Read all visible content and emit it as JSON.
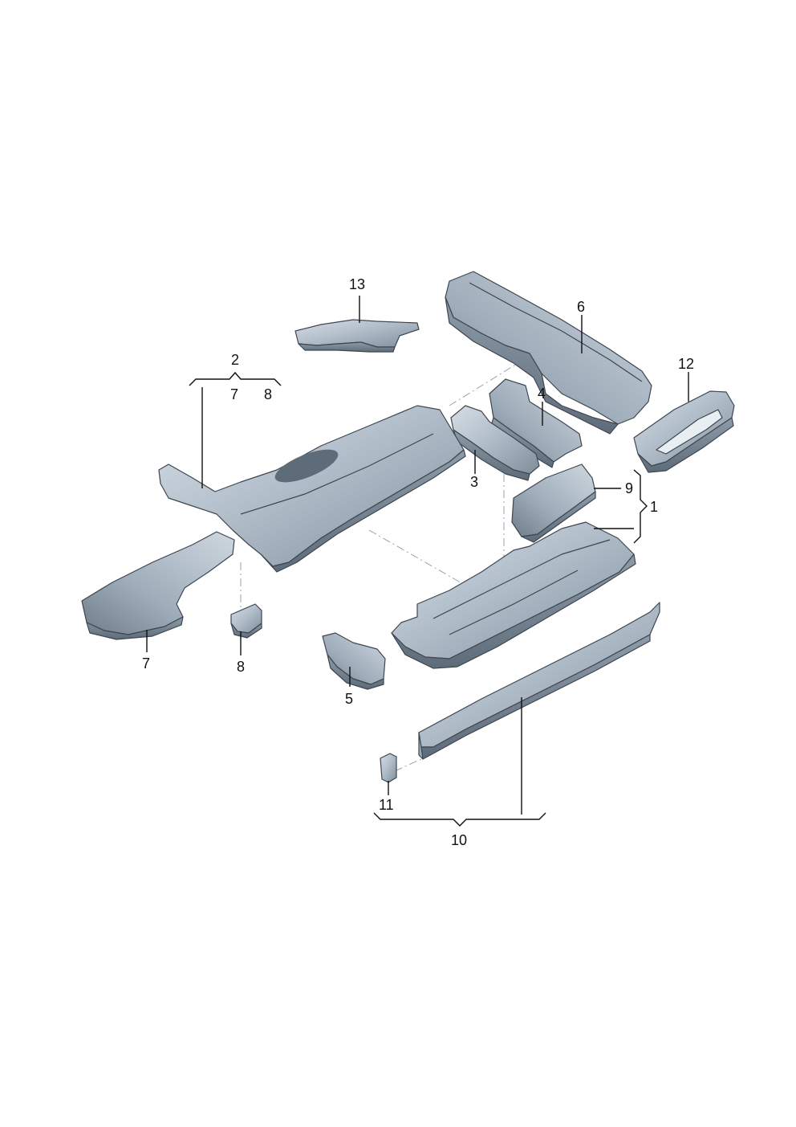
{
  "diagram": {
    "labels": {
      "l1": "1",
      "l2": "2",
      "l2_7": "7",
      "l2_8": "8",
      "l3": "3",
      "l4": "4",
      "l5": "5",
      "l6": "6",
      "l7": "7",
      "l8": "8",
      "l9": "9",
      "l10": "10",
      "l11": "11",
      "l12": "12",
      "l13": "13"
    },
    "colors": {
      "panel_light": "#c7d1da",
      "panel_mid": "#a9b6c2",
      "panel_dark": "#7f8d9b",
      "panel_shadow": "#5e6b79",
      "outline": "#3e4650",
      "callout": "#111111"
    }
  }
}
